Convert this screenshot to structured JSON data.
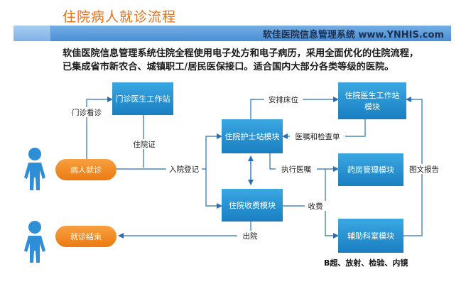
{
  "title": "住院病人就诊流程",
  "banner": "软佳医院信息管理系统 www.YNHIS.com",
  "intro": [
    "软佳医院信息管理系统住院全程使用电子处方和电子病历，采用全面优化的住院流程，",
    "已集成省市新农合、城镇职工/居民医保接口。适合国内大部分各类等级的医院。"
  ],
  "nodes": {
    "outpatient": "门诊医生工作站",
    "visit": "病人就诊",
    "end": "就诊结束",
    "nurse": "住院护士站模块",
    "billing": "住院收费模块",
    "doctor_ws_line1": "住院医生工作站",
    "doctor_ws_line2": "模块",
    "pharmacy": "药房管理模块",
    "aux": "辅助科室模块"
  },
  "edges": {
    "outpatient_visit": "门诊看诊",
    "admission_cert": "住院证",
    "admission_reg": "入院登记",
    "bed": "安排床位",
    "orders_checks": "医嘱和检查单",
    "execute_orders": "执行医嘱",
    "billing": "收费",
    "discharge": "出院",
    "report": "图文报告"
  },
  "aux_note": "B超、放射、检验、内镜",
  "colors": {
    "title": "#e8711a",
    "node_blue": "#1e8fd0",
    "node_orange": "#f28a1e",
    "person": "#2e8fd6",
    "line": "#2b6fb3"
  },
  "icons": [
    "person-icon",
    "person-icon"
  ]
}
